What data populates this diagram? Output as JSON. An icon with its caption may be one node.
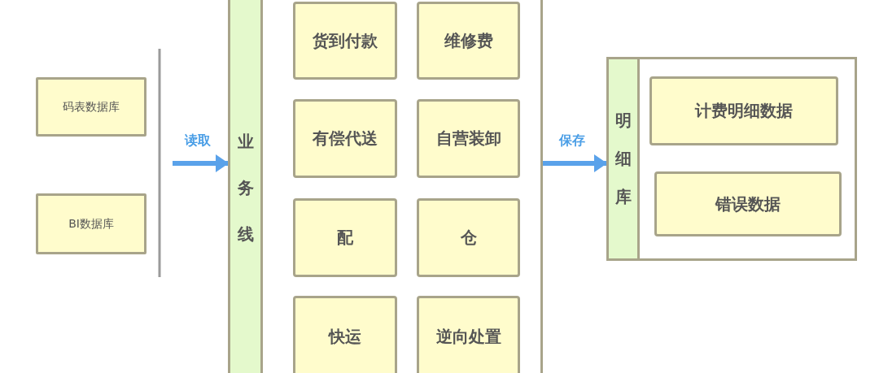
{
  "diagram": {
    "nodes": [
      {
        "text": [
          "码表数据库"
        ]
      },
      {
        "text": [
          "BI数据库"
        ]
      },
      {
        "text": [
          "业务线"
        ]
      },
      {
        "text": [
          "货到付款"
        ],
        "in": 2
      },
      {
        "text": [
          "维修费"
        ],
        "in": 2
      },
      {
        "text": [
          "有偿代送"
        ],
        "in": 2
      },
      {
        "text": [
          "自营装卸"
        ],
        "in": 2
      },
      {
        "text": [
          "配"
        ],
        "in": 2
      },
      {
        "text": [
          "仓"
        ],
        "in": 2
      },
      {
        "text": [
          "快运"
        ],
        "in": 2
      },
      {
        "text": [
          "逆向处置"
        ],
        "in": 2
      },
      {
        "text": [
          "明细库"
        ]
      },
      {
        "text": [
          "计费明细数据"
        ],
        "in": 11
      },
      {
        "text": [
          "错误数据"
        ],
        "in": 11
      }
    ],
    "edges": [
      {
        "from": null,
        "to": 2,
        "arrow": "to",
        "label": "读取"
      },
      {
        "from": 2,
        "to": 11,
        "arrow": "to",
        "label": "保存"
      }
    ]
  }
}
